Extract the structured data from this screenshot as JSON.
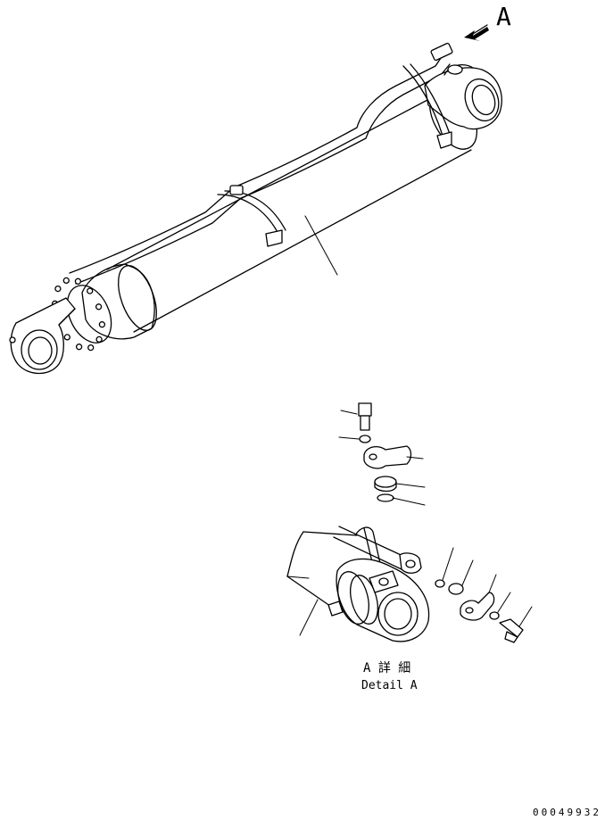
{
  "view_label": "A",
  "detail_caption": {
    "japanese": "A 詳 細",
    "english": "Detail A"
  },
  "drawing_number": "00049932"
}
